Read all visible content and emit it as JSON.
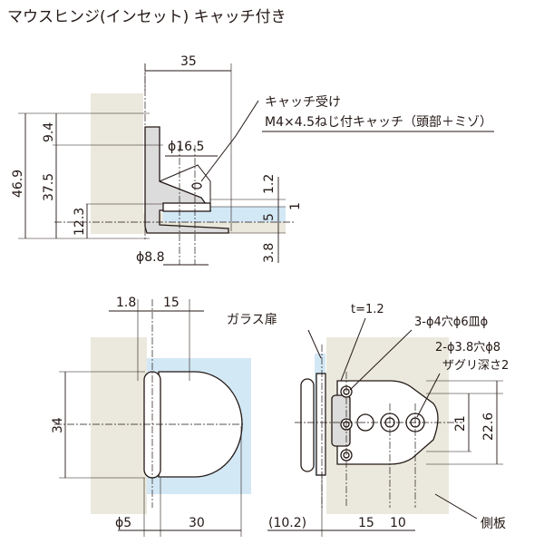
{
  "title": "マウスヒンジ(インセット) キャッチ付き",
  "top_view": {
    "dim_width": "35",
    "dim_total_height": "46.9",
    "dim_upper": "9.4",
    "dim_middle": "37.5",
    "dim_lower": "12.3",
    "dim_diameter_large": "ϕ16.5",
    "dim_diameter_small": "ϕ8.8",
    "dim_gap_top": "1.2",
    "dim_plate": "5",
    "dim_side": "1",
    "dim_bottom": "3.8",
    "note_line1": "キャッチ受け",
    "note_line2": "M4×4.5ねじ付キャッチ（頭部＋ミゾ）"
  },
  "front_view": {
    "dim_left": "1.8",
    "dim_width": "15",
    "dim_height": "34",
    "dim_diameter": "ϕ5",
    "dim_length": "30"
  },
  "side_view": {
    "glass_door_label": "ガラス扉",
    "thickness_label": "t=1.2",
    "hole_note_1": "3-ϕ4穴ϕ6皿ϕ",
    "hole_note_2": "2-ϕ3.8穴ϕ8",
    "hole_note_3": "ザグリ深さ2",
    "dim_21": "21",
    "dim_22_6": "22.6",
    "dim_offset": "(10.2)",
    "dim_15": "15",
    "dim_10": "10",
    "side_panel_label": "側板"
  },
  "colors": {
    "background_panel": "#ebe9dd",
    "glass": "#d3e8f5",
    "line": "#231815"
  }
}
